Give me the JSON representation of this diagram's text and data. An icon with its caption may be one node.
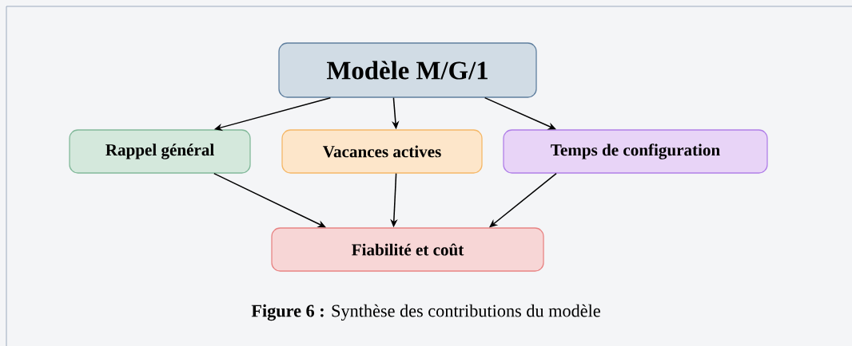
{
  "diagram": {
    "caption": "**Figure 6 :** Synthèse des contributions du modèle",
    "nodes": [
      {
        "text": [
          "Modèle M/G/1"
        ]
      },
      {
        "text": [
          "Rappel général"
        ]
      },
      {
        "text": [
          "Vacances actives"
        ]
      },
      {
        "text": [
          "Temps de configuration"
        ]
      },
      {
        "text": [
          "Fiabilité et coût"
        ]
      }
    ],
    "edges": [
      {
        "from": 0,
        "to": 1,
        "arrow": "to"
      },
      {
        "from": 0,
        "to": 2,
        "arrow": "to"
      },
      {
        "from": 0,
        "to": 3,
        "arrow": "to"
      },
      {
        "from": 1,
        "to": 4,
        "arrow": "to"
      },
      {
        "from": 2,
        "to": 4,
        "arrow": "to"
      },
      {
        "from": 3,
        "to": 4,
        "arrow": "to"
      }
    ]
  }
}
